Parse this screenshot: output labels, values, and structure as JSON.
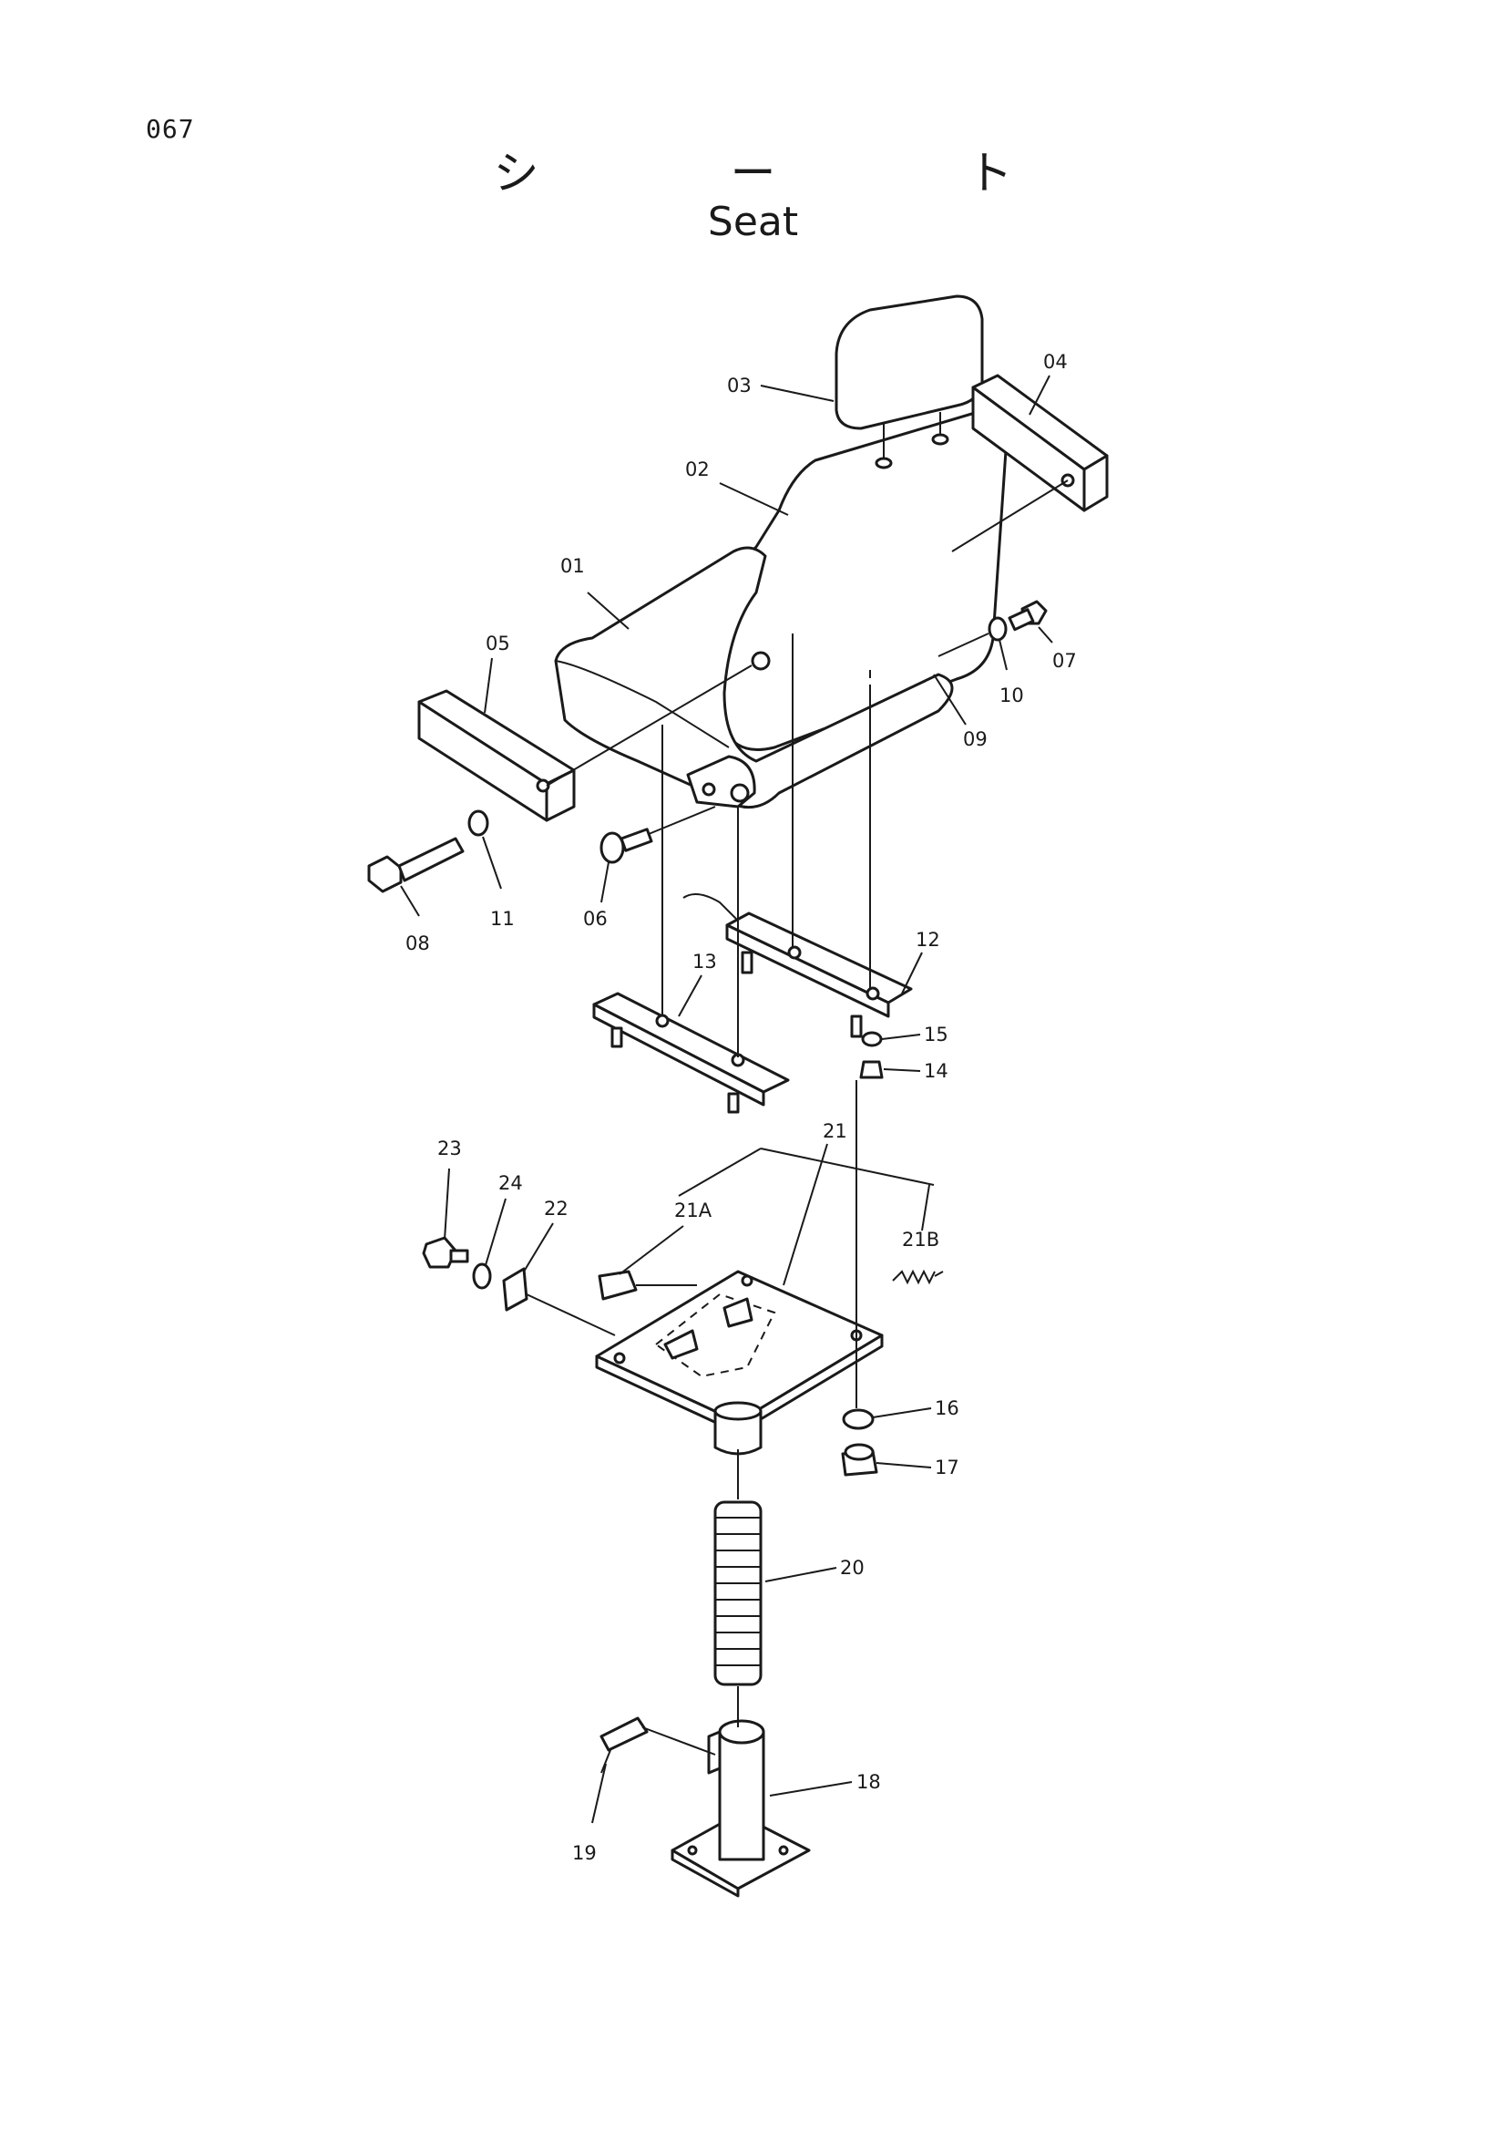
{
  "page": {
    "number": "067",
    "title_jp": "シ　ー　ト",
    "title_en": "Seat"
  },
  "callouts": [
    "01",
    "02",
    "03",
    "04",
    "05",
    "06",
    "07",
    "08",
    "09",
    "10",
    "11",
    "12",
    "13",
    "14",
    "15",
    "16",
    "17",
    "18",
    "19",
    "20",
    "21",
    "21A",
    "21B",
    "22",
    "23",
    "24"
  ]
}
